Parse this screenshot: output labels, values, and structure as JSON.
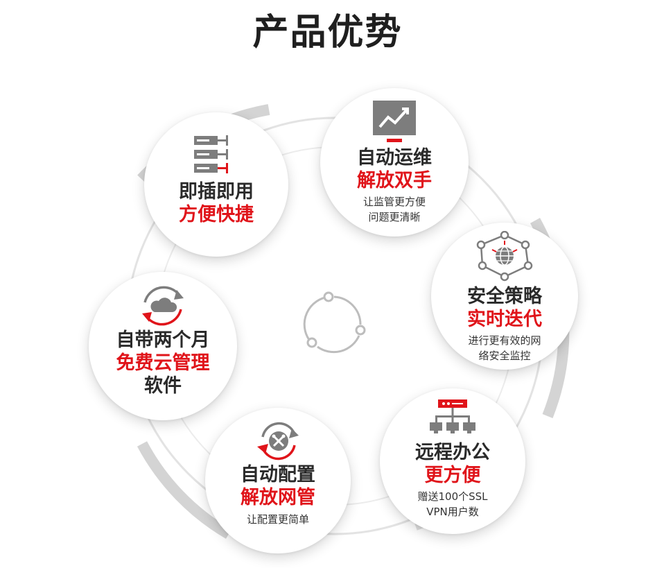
{
  "title": "产品优势",
  "colors": {
    "accent": "#e0141a",
    "dark": "#2a2a2a",
    "gray": "#7d7d7d",
    "ring": "#d9d9d9"
  },
  "cards": [
    {
      "icon": "server-rack-icon",
      "line1": "即插即用",
      "line2": "方便快捷"
    },
    {
      "icon": "monitor-trend-icon",
      "line1": "自动运维",
      "line2": "解放双手",
      "desc1": "让监管更方便",
      "desc2": "问题更清晰"
    },
    {
      "icon": "network-globe-icon",
      "line1": "安全策略",
      "line2": "实时迭代",
      "desc1": "进行更有效的网",
      "desc2": "络安全监控"
    },
    {
      "icon": "cloud-sync-icon",
      "line1": "自带两个月",
      "line2": "免费云管理",
      "line3": "软件"
    },
    {
      "icon": "wrench-cycle-icon",
      "line1": "自动配置",
      "line2": "解放网管",
      "desc1": "让配置更简单"
    },
    {
      "icon": "network-topology-icon",
      "line1": "远程办公",
      "line2": "更方便",
      "desc1": "赠送100个SSL",
      "desc2": "VPN用户数"
    }
  ]
}
